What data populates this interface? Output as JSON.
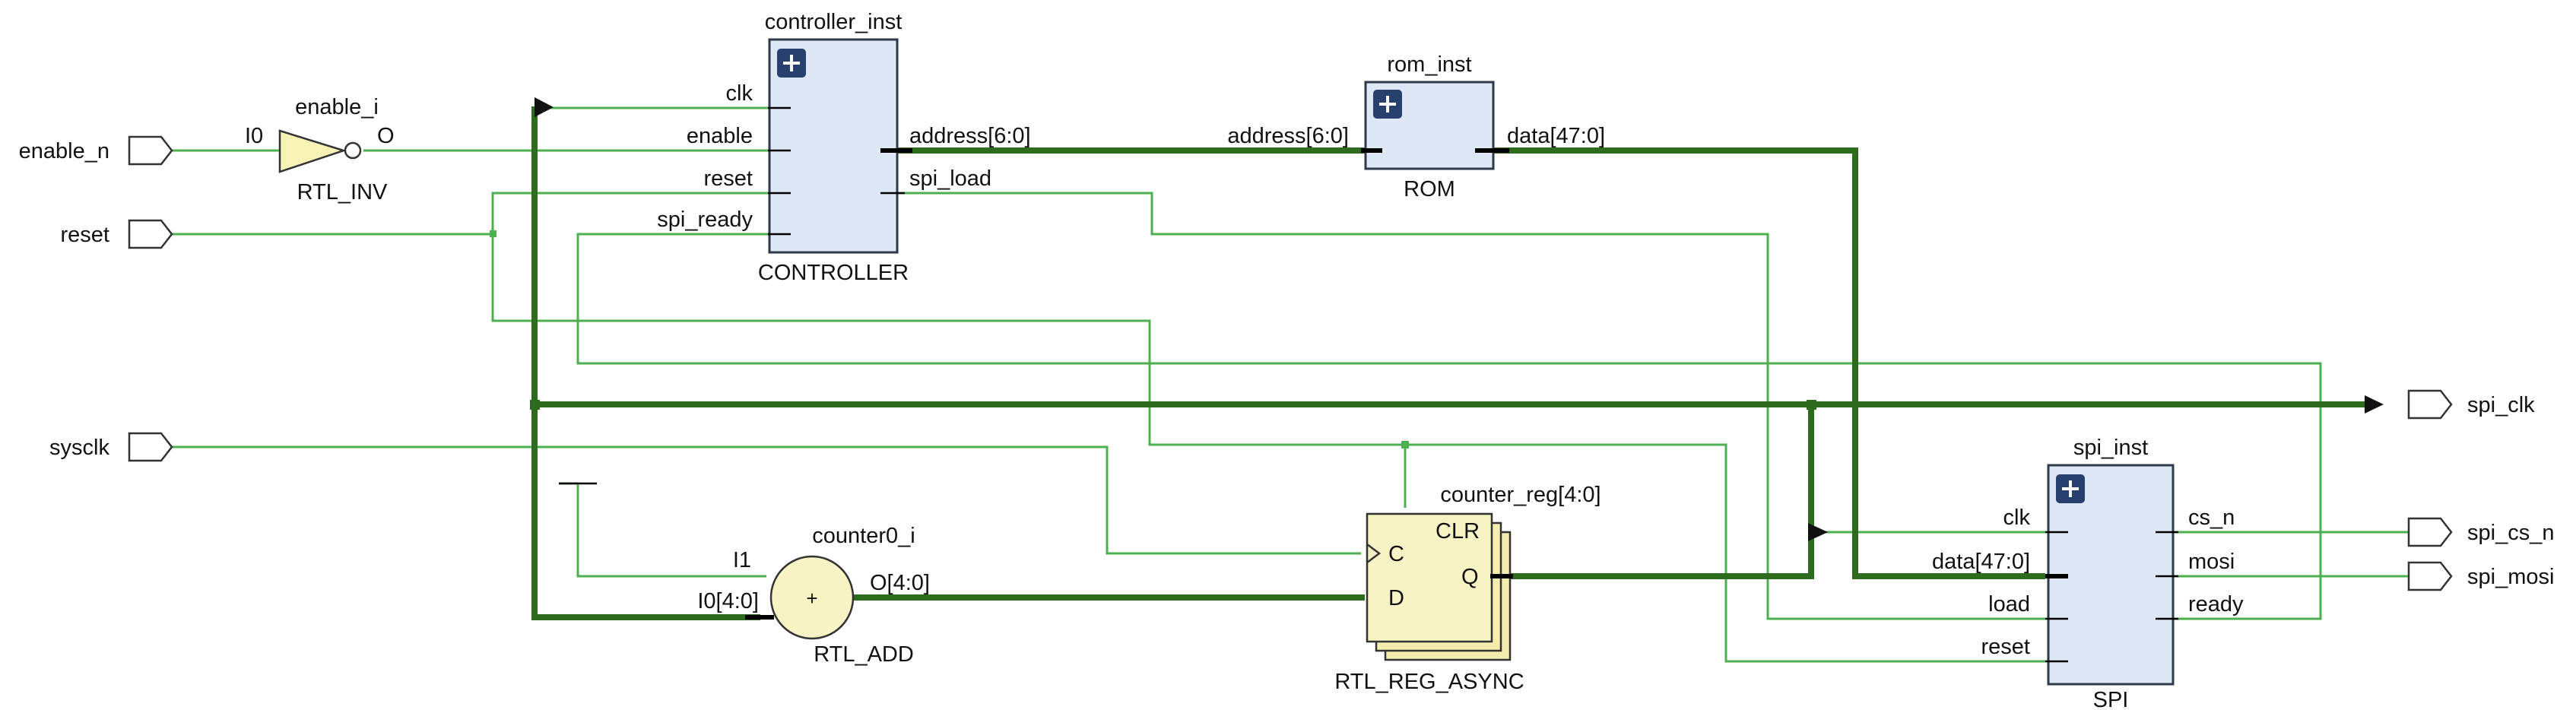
{
  "diagram": {
    "ports_in": {
      "enable_n": "enable_n",
      "reset": "reset",
      "sysclk": "sysclk"
    },
    "ports_out": {
      "spi_clk": "spi_clk",
      "spi_cs_n": "spi_cs_n",
      "spi_mosi": "spi_mosi"
    },
    "inverter": {
      "inst": "enable_i",
      "type": "RTL_INV",
      "in_pin": "I0",
      "out_pin": "O"
    },
    "controller": {
      "inst": "controller_inst",
      "type": "CONTROLLER",
      "pins": {
        "clk": "clk",
        "enable": "enable",
        "reset": "reset",
        "spi_ready": "spi_ready",
        "address": "address[6:0]",
        "spi_load": "spi_load"
      }
    },
    "rom": {
      "inst": "rom_inst",
      "type": "ROM",
      "pins": {
        "address": "address[6:0]",
        "data": "data[47:0]"
      }
    },
    "spi": {
      "inst": "spi_inst",
      "type": "SPI",
      "pins": {
        "clk": "clk",
        "data": "data[47:0]",
        "load": "load",
        "reset": "reset",
        "cs_n": "cs_n",
        "mosi": "mosi",
        "ready": "ready"
      }
    },
    "adder": {
      "inst": "counter0_i",
      "type": "RTL_ADD",
      "symbol": "+",
      "pins": {
        "i1": "I1",
        "i0": "I0[4:0]",
        "o": "O[4:0]"
      }
    },
    "register": {
      "inst": "counter_reg[4:0]",
      "type": "RTL_REG_ASYNC",
      "pins": {
        "clr": "CLR",
        "c": "C",
        "d": "D",
        "q": "Q"
      }
    }
  }
}
